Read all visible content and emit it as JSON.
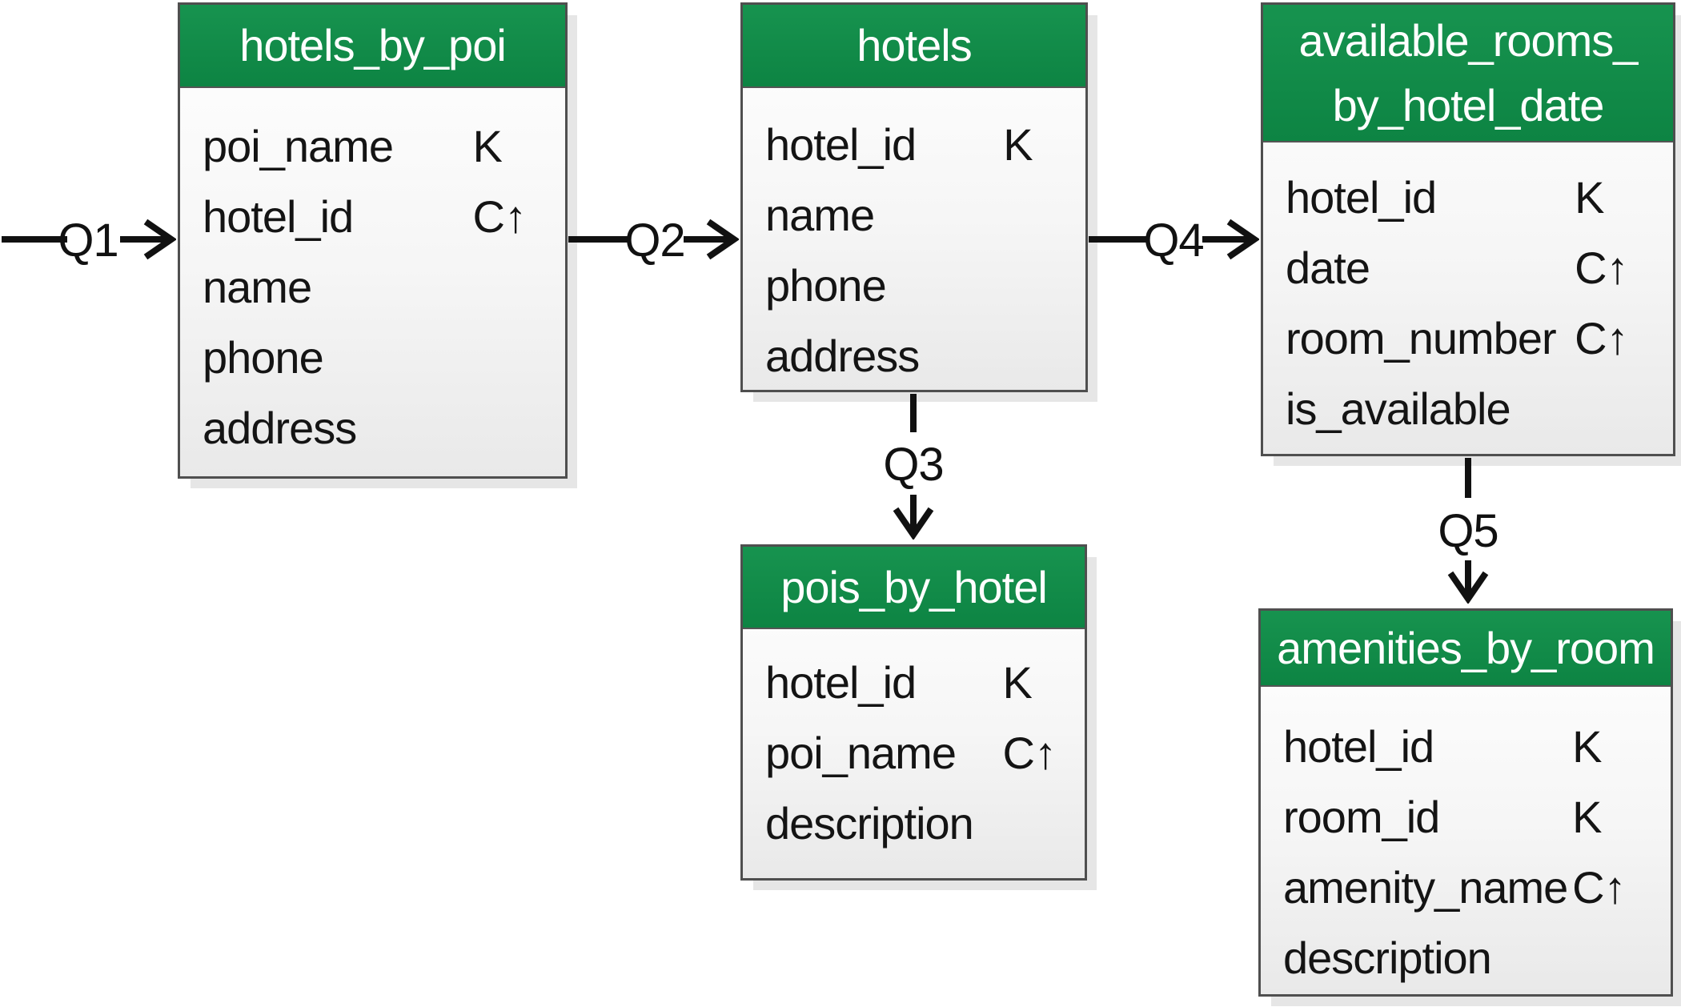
{
  "diagram": {
    "kind": "chebotko-data-model",
    "colors": {
      "header_green": "#128C4A",
      "table_border": "#4F4F4F",
      "body_gradient_bottom": "#E9E9E9",
      "shadow": "#E6E6E6",
      "text": "#141414"
    },
    "key_legend": {
      "partition_key": "K",
      "clustering_ascending": "C↑"
    },
    "tables": [
      {
        "title": "hotels_by_poi",
        "fields": [
          {
            "name": "poi_name",
            "key": "K"
          },
          {
            "name": "hotel_id",
            "key": "C↑"
          },
          {
            "name": "name",
            "key": ""
          },
          {
            "name": "phone",
            "key": ""
          },
          {
            "name": "address",
            "key": ""
          }
        ]
      },
      {
        "title": "hotels",
        "fields": [
          {
            "name": "hotel_id",
            "key": "K"
          },
          {
            "name": "name",
            "key": ""
          },
          {
            "name": "phone",
            "key": ""
          },
          {
            "name": "address",
            "key": ""
          }
        ]
      },
      {
        "title": "available_rooms_\nby_hotel_date",
        "fields": [
          {
            "name": "hotel_id",
            "key": "K"
          },
          {
            "name": "date",
            "key": "C↑"
          },
          {
            "name": "room_number",
            "key": "C↑"
          },
          {
            "name": "is_available",
            "key": ""
          }
        ]
      },
      {
        "title": "pois_by_hotel",
        "fields": [
          {
            "name": "hotel_id",
            "key": "K"
          },
          {
            "name": "poi_name",
            "key": "C↑"
          },
          {
            "name": "description",
            "key": ""
          }
        ]
      },
      {
        "title": "amenities_by_room",
        "fields": [
          {
            "name": "hotel_id",
            "key": "K"
          },
          {
            "name": "room_id",
            "key": "K"
          },
          {
            "name": "amenity_name",
            "key": "C↑"
          },
          {
            "name": "description",
            "key": ""
          }
        ]
      }
    ],
    "queries": [
      {
        "label": "Q1"
      },
      {
        "label": "Q2"
      },
      {
        "label": "Q3"
      },
      {
        "label": "Q4"
      },
      {
        "label": "Q5"
      }
    ]
  }
}
